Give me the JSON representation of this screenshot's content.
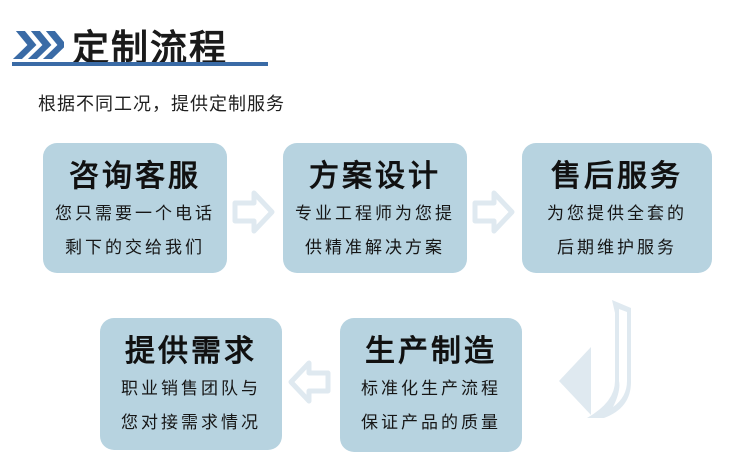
{
  "header": {
    "title": "定制流程",
    "subtitle": "根据不同工况，提供定制服务"
  },
  "flow": {
    "steps": [
      {
        "title": "咨询客服",
        "line1": "您只需要一个电话",
        "line2": "剩下的交给我们"
      },
      {
        "title": "方案设计",
        "line1": "专业工程师为您提",
        "line2": "供精准解决方案"
      },
      {
        "title": "售后服务",
        "line1": "为您提供全套的",
        "line2": "后期维护服务"
      },
      {
        "title": "提供需求",
        "line1": "职业销售团队与",
        "line2": "您对接需求情况"
      },
      {
        "title": "生产制造",
        "line1": "标准化生产流程",
        "line2": "保证产品的质量"
      }
    ]
  },
  "icons": {
    "header_icon": "triple-chevron-right",
    "row1_connectors": "block-arrow-right",
    "row2_connector": "block-arrow-left",
    "row_transition": "curved-arrow-down-left"
  },
  "colors": {
    "accent_blue": "#3a6ba6",
    "box_fill": "#b7d3e0",
    "arrow_outline": "#dfe9f0",
    "title_text": "#1a1a1a"
  }
}
